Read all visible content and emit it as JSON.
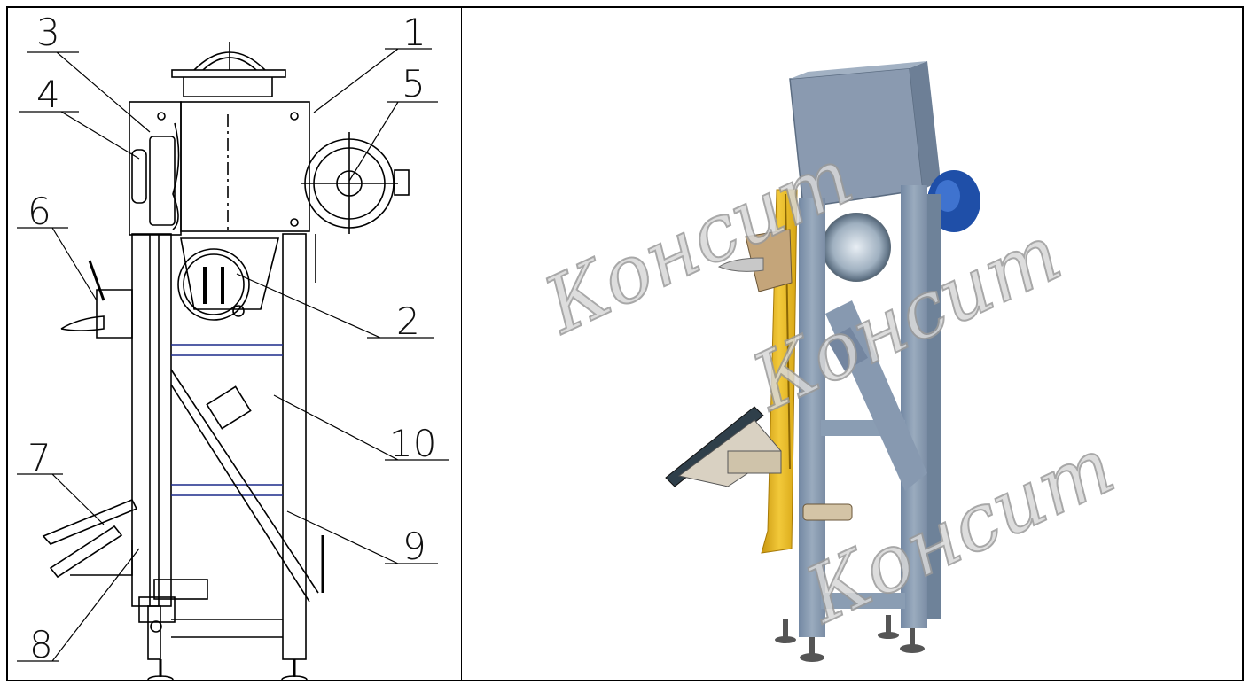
{
  "drawing": {
    "callouts": [
      {
        "id": "c1",
        "number": "1"
      },
      {
        "id": "c2",
        "number": "2"
      },
      {
        "id": "c3",
        "number": "3"
      },
      {
        "id": "c4",
        "number": "4"
      },
      {
        "id": "c5",
        "number": "5"
      },
      {
        "id": "c6",
        "number": "6"
      },
      {
        "id": "c7",
        "number": "7"
      },
      {
        "id": "c8",
        "number": "8"
      },
      {
        "id": "c9",
        "number": "9"
      },
      {
        "id": "c10",
        "number": "10"
      }
    ]
  },
  "photo": {
    "watermark": "Консит",
    "colors": {
      "frame": "#8296ad",
      "hopper": "#8a9ab0",
      "rail": "#e8b820",
      "motor": "#1f4fa8"
    }
  }
}
